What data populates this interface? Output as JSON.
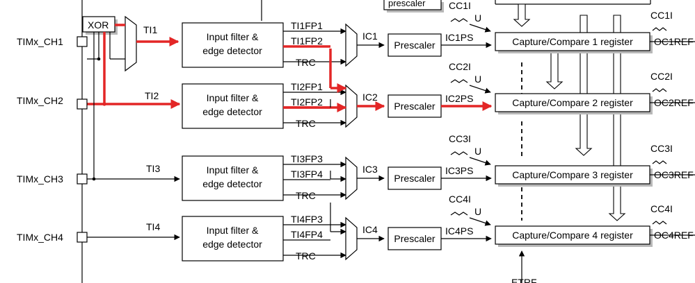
{
  "xor_label": "XOR",
  "top_prescaler_label": "prescaler",
  "inputs": [
    {
      "pin": "TIMx_CH1",
      "ti": "TI1",
      "filter_line1": "Input filter &",
      "filter_line2": "edge detector",
      "fp_a": "TI1FP1",
      "fp_b": "TI1FP2",
      "trc": "TRC",
      "ic": "IC1",
      "prescaler": "Prescaler",
      "ps": "IC1PS",
      "cc_top": "CC1I",
      "u": "U",
      "register": "Capture/Compare 1 register",
      "cc_right": "CC1I",
      "oc": "OC1REF"
    },
    {
      "pin": "TIMx_CH2",
      "ti": "TI2",
      "filter_line1": "Input filter &",
      "filter_line2": "edge detector",
      "fp_a": "TI2FP1",
      "fp_b": "TI2FP2",
      "trc": "TRC",
      "ic": "IC2",
      "prescaler": "Prescaler",
      "ps": "IC2PS",
      "cc_top": "CC2I",
      "u": "U",
      "register": "Capture/Compare 2 register",
      "cc_right": "CC2I",
      "oc": "OC2REF"
    },
    {
      "pin": "TIMx_CH3",
      "ti": "TI3",
      "filter_line1": "Input filter &",
      "filter_line2": "edge detector",
      "fp_a": "TI3FP3",
      "fp_b": "TI3FP4",
      "trc": "TRC",
      "ic": "IC3",
      "prescaler": "Prescaler",
      "ps": "IC3PS",
      "cc_top": "CC3I",
      "u": "U",
      "register": "Capture/Compare 3 register",
      "cc_right": "CC3I",
      "oc": "OC3REF"
    },
    {
      "pin": "TIMx_CH4",
      "ti": "TI4",
      "filter_line1": "Input filter &",
      "filter_line2": "edge detector",
      "fp_a": "TI4FP3",
      "fp_b": "TI4FP4",
      "trc": "TRC",
      "ic": "IC4",
      "prescaler": "Prescaler",
      "ps": "IC4PS",
      "cc_top": "CC4I",
      "u": "U",
      "register": "Capture/Compare 4 register",
      "cc_right": "CC4I",
      "oc": "OC4REF"
    }
  ],
  "bottom_label": "ETRF",
  "highlight_color": "#e32626"
}
